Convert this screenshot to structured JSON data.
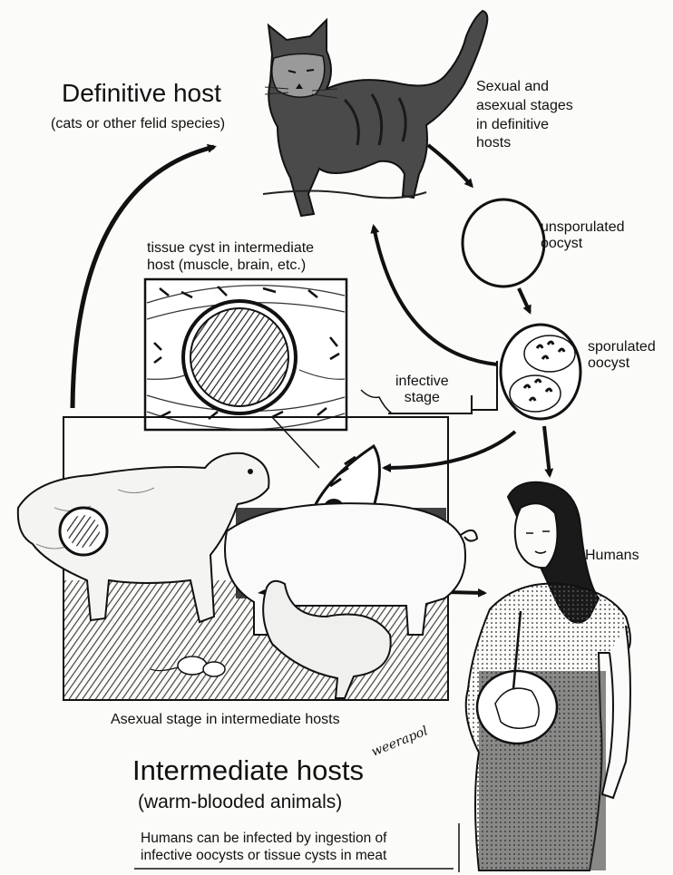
{
  "definitive_host": {
    "title": "Definitive host",
    "subtitle": "(cats or other felid species)"
  },
  "sexual_stages": [
    "Sexual and",
    "asexual stages",
    "in definitive",
    "hosts"
  ],
  "unsporulated": [
    "unsporulated",
    "oocyst"
  ],
  "sporulated": [
    "sporulated",
    "oocyst"
  ],
  "infective_stage": [
    "infective",
    "stage"
  ],
  "tissue_cyst": [
    "tissue cyst in intermediate",
    "host (muscle, brain, etc.)"
  ],
  "humans_label": "Humans",
  "asexual_stage": "Asexual stage in intermediate hosts",
  "intermediate_hosts": {
    "title": "Intermediate hosts",
    "subtitle": "(warm-blooded animals)"
  },
  "note": [
    "Humans can be infected by ingestion of",
    "infective oocysts or tissue cysts in meat"
  ],
  "signature": "weerapol",
  "colors": {
    "ink": "#111111",
    "paper": "#fbfbf9",
    "shade": "#3a3a3a"
  }
}
